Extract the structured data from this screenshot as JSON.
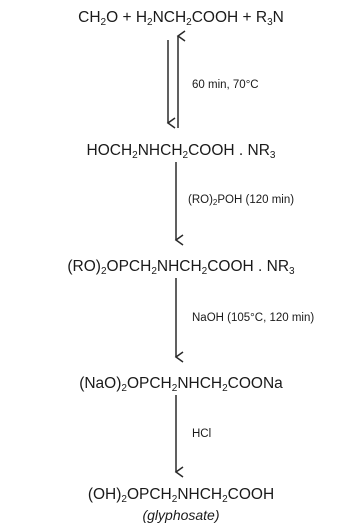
{
  "scheme": {
    "step1": {
      "reactants": [
        {
          "parts": [
            {
              "t": "CH"
            },
            {
              "t": "2",
              "sub": true
            },
            {
              "t": "O + H"
            },
            {
              "t": "2",
              "sub": true
            },
            {
              "t": "NCH"
            },
            {
              "t": "2",
              "sub": true
            },
            {
              "t": "COOH + R"
            },
            {
              "t": "3",
              "sub": true
            },
            {
              "t": "N"
            }
          ]
        }
      ]
    },
    "conditions": {
      "step1": {
        "parts": [
          {
            "t": "60 min, 70°C"
          }
        ]
      },
      "step2": {
        "parts": [
          {
            "t": "(RO)"
          },
          {
            "t": "2",
            "sub": true
          },
          {
            "t": "POH (120 min)"
          }
        ]
      },
      "step3": {
        "parts": [
          {
            "t": "NaOH (105°C, 120 min)"
          }
        ]
      },
      "step4": {
        "parts": [
          {
            "t": "HCl"
          }
        ]
      }
    },
    "intermediates": [
      {
        "parts": [
          {
            "t": "HOCH"
          },
          {
            "t": "2",
            "sub": true
          },
          {
            "t": "NHCH"
          },
          {
            "t": "2",
            "sub": true
          },
          {
            "t": "COOH . NR"
          },
          {
            "t": "3",
            "sub": true
          }
        ]
      },
      {
        "parts": [
          {
            "t": "(RO)"
          },
          {
            "t": "2",
            "sub": true
          },
          {
            "t": "OPCH"
          },
          {
            "t": "2",
            "sub": true
          },
          {
            "t": "NHCH"
          },
          {
            "t": "2",
            "sub": true
          },
          {
            "t": "COOH . NR"
          },
          {
            "t": "3",
            "sub": true
          }
        ]
      },
      {
        "parts": [
          {
            "t": "(NaO)"
          },
          {
            "t": "2",
            "sub": true
          },
          {
            "t": "OPCH"
          },
          {
            "t": "2",
            "sub": true
          },
          {
            "t": "NHCH"
          },
          {
            "t": "2",
            "sub": true
          },
          {
            "t": "COONa"
          }
        ]
      }
    ],
    "product": {
      "formula": {
        "parts": [
          {
            "t": "(OH)"
          },
          {
            "t": "2",
            "sub": true
          },
          {
            "t": "OPCH"
          },
          {
            "t": "2",
            "sub": true
          },
          {
            "t": "NHCH"
          },
          {
            "t": "2",
            "sub": true
          },
          {
            "t": "COOH"
          }
        ]
      },
      "name": "(glyphosate)"
    },
    "colors": {
      "text": "#1a1a1a",
      "arrow": "#2a2a2a",
      "background": "#ffffff"
    }
  }
}
